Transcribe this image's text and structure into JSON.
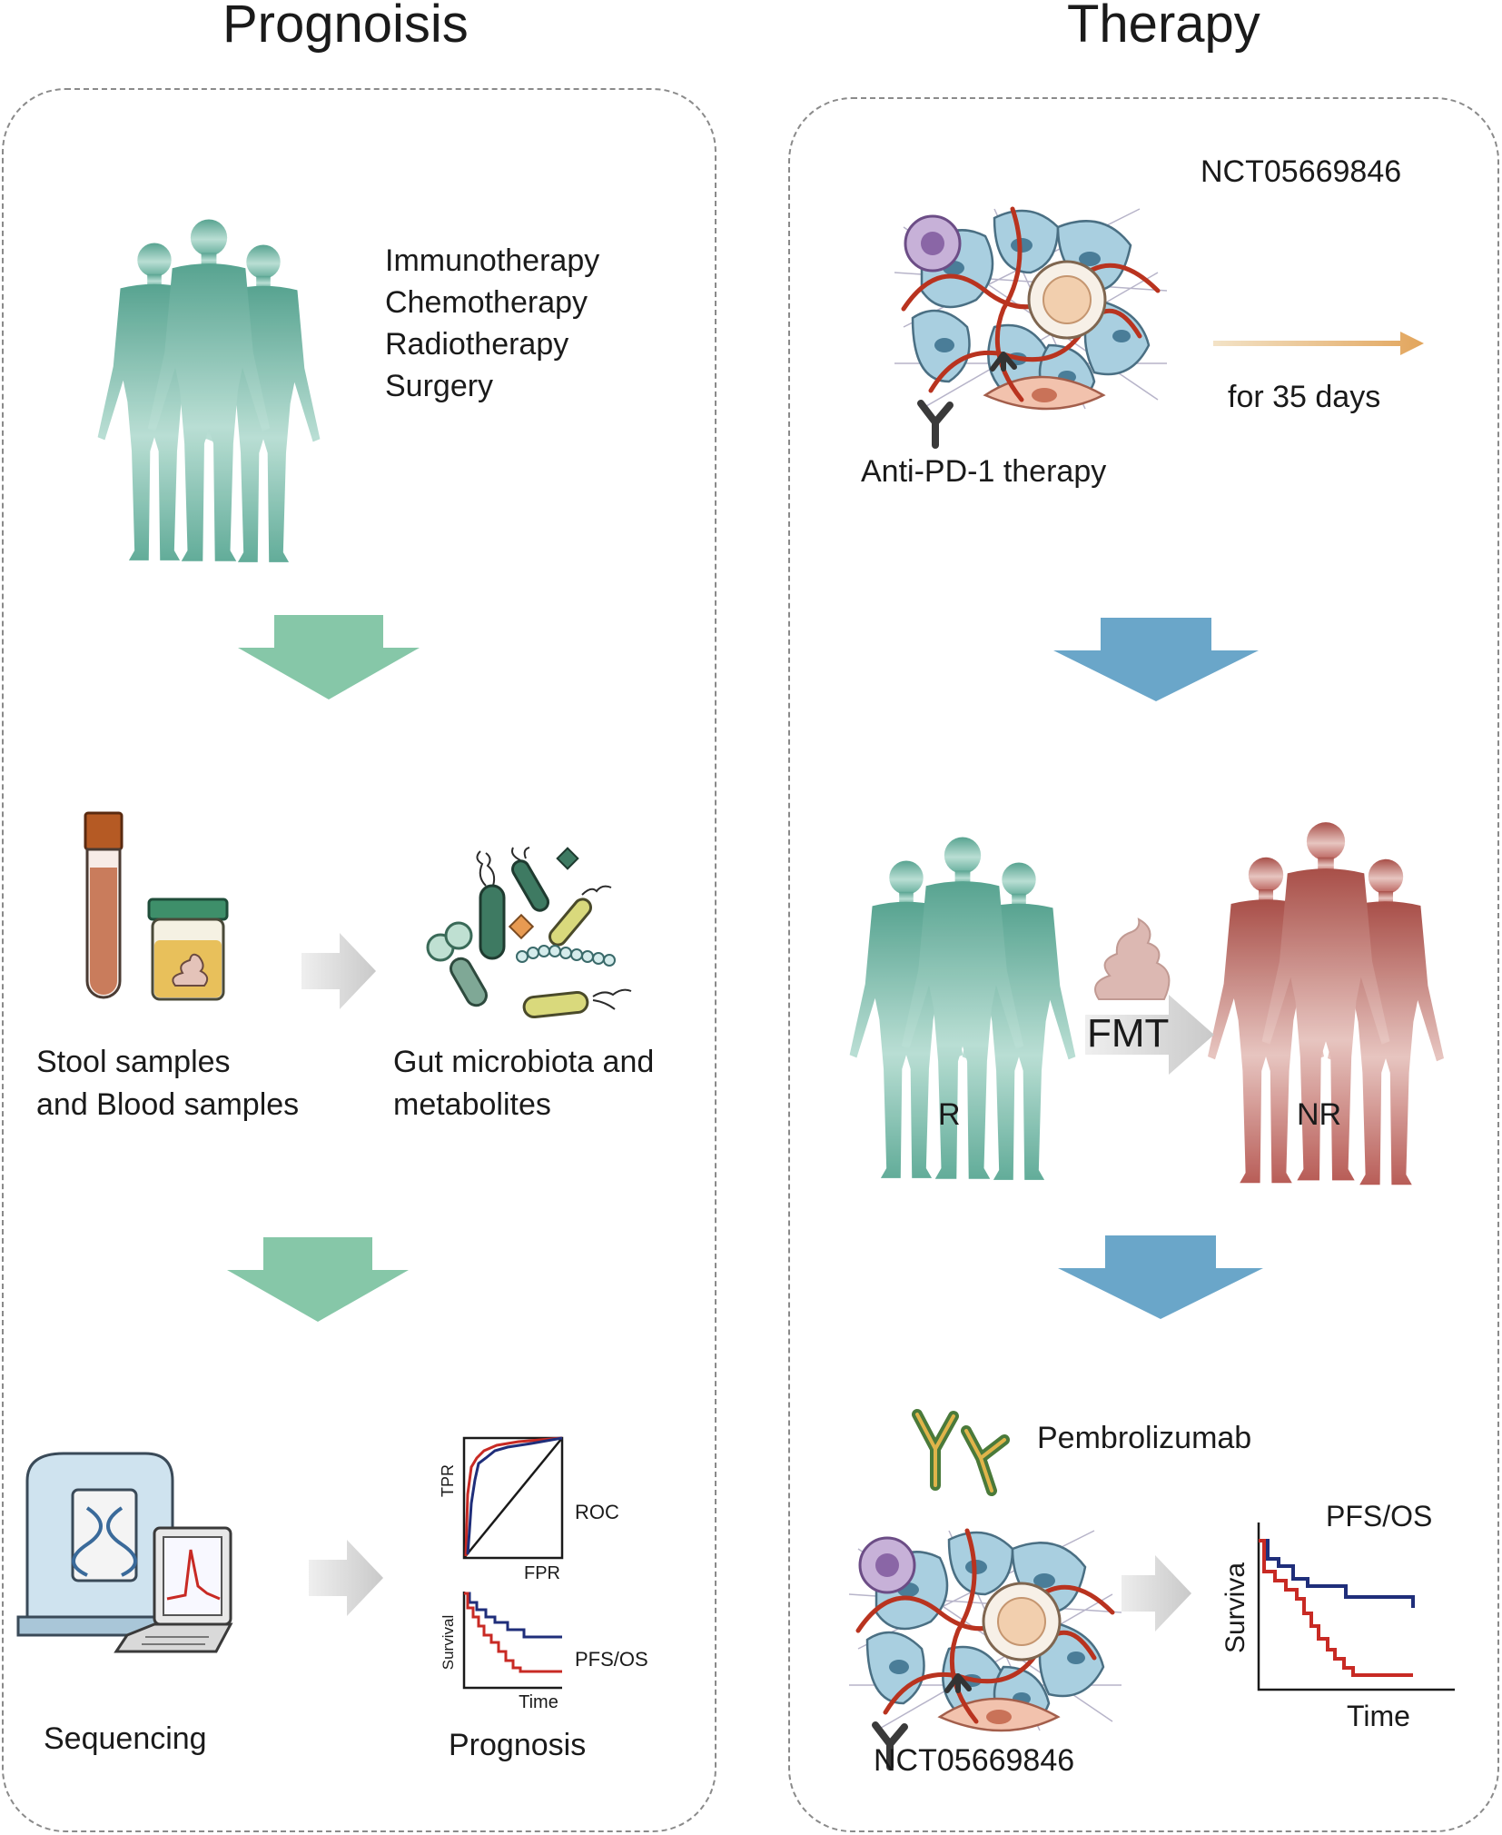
{
  "left": {
    "title": "Prognoisis",
    "treatments": [
      "Immunotherapy",
      "Chemotherapy",
      "Radiotherapy",
      "Surgery"
    ],
    "samples_label": [
      "Stool samples",
      "and Blood samples"
    ],
    "microbiota_label": [
      "Gut microbiota and",
      "metabolites"
    ],
    "sequencing_label": "Sequencing",
    "prognosis_label": "Prognosis",
    "roc": {
      "ylabel": "TPR",
      "xlabel": "FPR",
      "name": "ROC"
    },
    "survival": {
      "ylabel": "Survival",
      "xlabel": "Time",
      "name": "PFS/OS"
    }
  },
  "right": {
    "title": "Therapy",
    "trial_id_top": "NCT05669846",
    "therapy_label": "Anti-PD-1 therapy",
    "duration_label": "for 35 days",
    "fmt_label": "FMT",
    "responder_label": "R",
    "nonresponder_label": "NR",
    "drug_label": "Pembrolizumab",
    "survival": {
      "title": "PFS/OS",
      "ylabel": "Surviva",
      "xlabel": "Time"
    },
    "trial_id_bottom": "NCT05669846"
  },
  "colors": {
    "green_arrow": "#86c7a8",
    "blue_arrow": "#6aa6c9",
    "gray_arrow": "#d4d4d4",
    "teal_figure": "#5aa894",
    "red_figure": "#b5554f",
    "curve_red": "#c82a24",
    "curve_blue": "#1f2e7a"
  }
}
